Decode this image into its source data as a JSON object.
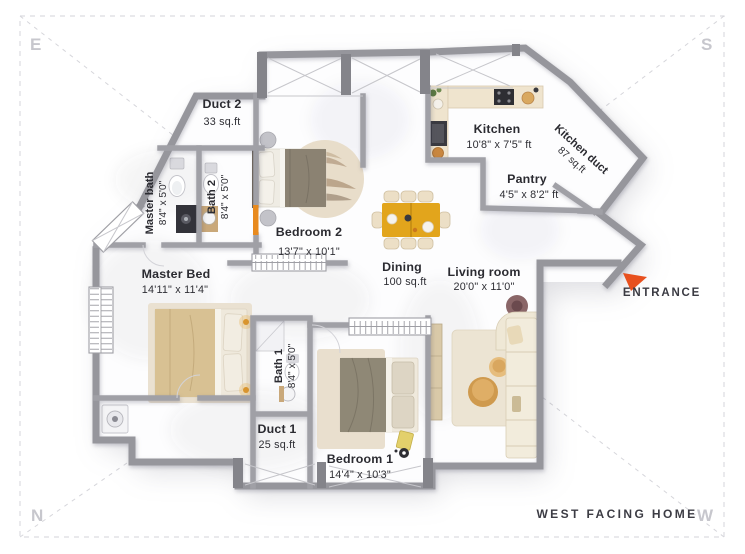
{
  "compass": {
    "top_left": "E",
    "top_right": "S",
    "bottom_left": "N",
    "bottom_right": "W"
  },
  "footer": {
    "label": "WEST FACING HOME"
  },
  "entrance": {
    "label": "ENTRANCE"
  },
  "rooms": {
    "duct2": {
      "name": "Duct 2",
      "size": "33 sq.ft"
    },
    "master_bath": {
      "name": "Master bath",
      "size": "8'4\" x 5'0\""
    },
    "bath2": {
      "name": "Bath 2",
      "size": "8'4\" x 5'0\""
    },
    "bedroom2": {
      "name": "Bedroom 2",
      "size": "13'7\" x 10'1\""
    },
    "kitchen": {
      "name": "Kitchen",
      "size": "10'8\" x 7'5\" ft"
    },
    "kitchen_duct": {
      "name": "Kitchen duct",
      "size": "87 sq.ft"
    },
    "pantry": {
      "name": "Pantry",
      "size": "4'5\" x 8'2\" ft"
    },
    "dining": {
      "name": "Dining",
      "size": "100 sq.ft"
    },
    "living_room": {
      "name": "Living room",
      "size": "20'0\" x 11'0\""
    },
    "master_bed": {
      "name": "Master Bed",
      "size": "14'11\" x 11'4\""
    },
    "bath1": {
      "name": "Bath 1",
      "size": "8'4\" x 5'0\""
    },
    "duct1": {
      "name": "Duct 1",
      "size": "25 sq.ft"
    },
    "bedroom1": {
      "name": "Bedroom 1",
      "size": "14'4\" x 10'3\""
    }
  },
  "colors": {
    "wall": "#96969c",
    "dining_table": "#e2a51c",
    "entrance_arrow": "#e8501e",
    "door_accent": "#e88a1e",
    "compass_text": "#c7c7cd"
  }
}
